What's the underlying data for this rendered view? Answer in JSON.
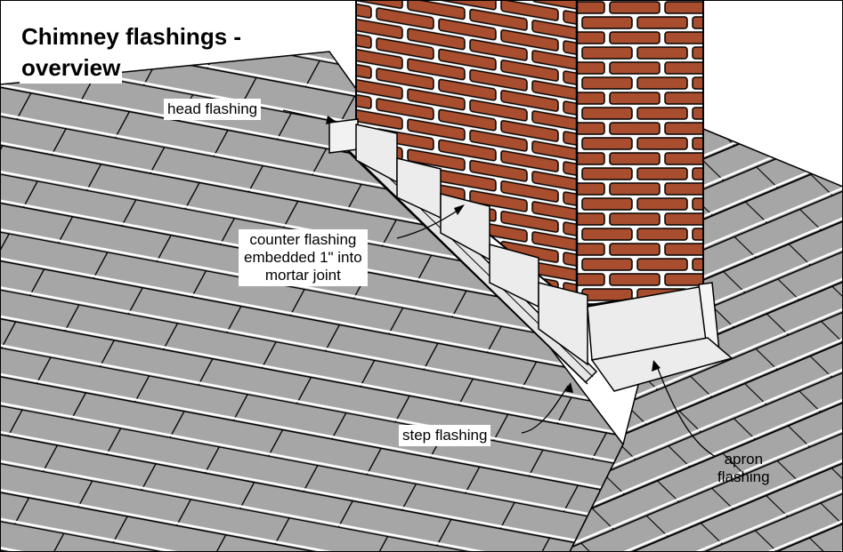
{
  "title": {
    "line1": "Chimney flashings -",
    "line2": "overview"
  },
  "labels": {
    "head_flashing": "head flashing",
    "counter_flashing": [
      "counter flashing",
      "embedded 1\" into",
      "mortar joint"
    ],
    "step_flashing": "step flashing",
    "apron_flashing": [
      "apron",
      "flashing"
    ]
  },
  "colors": {
    "shingle": "#a6a6a6",
    "brick": "#a84d2e",
    "mortar": "#ffffff",
    "flashing": "#ececec",
    "outline": "#000000"
  }
}
